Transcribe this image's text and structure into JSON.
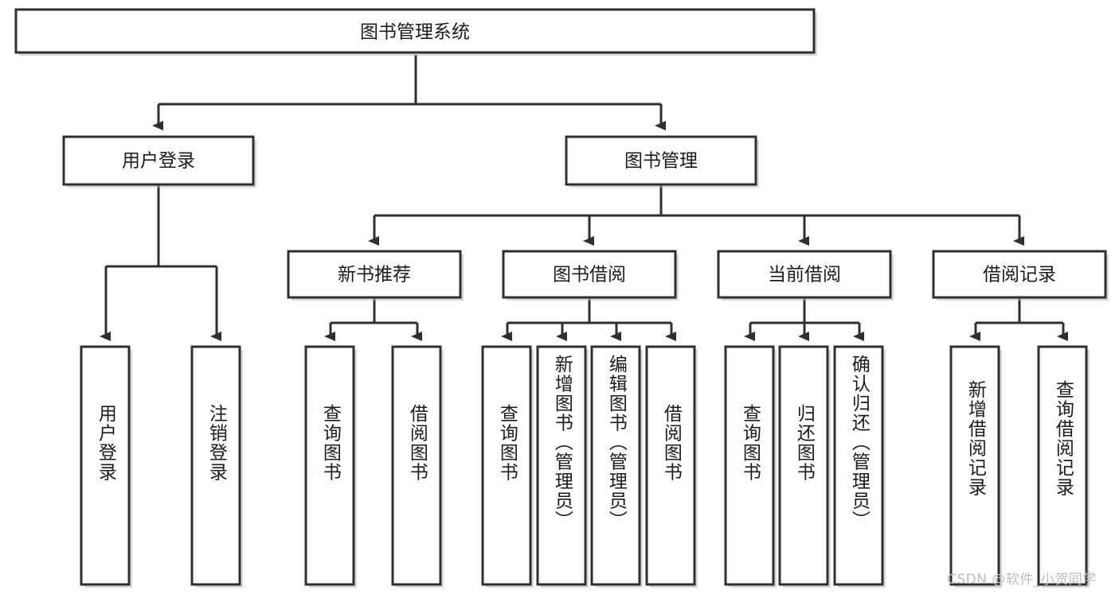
{
  "diagram": {
    "type": "tree-hierarchy",
    "title": "图书管理系统",
    "watermark": "CSDN @软件_小贺同学",
    "colors": {
      "stroke": "#2f2f2f",
      "fill": "#ffffff",
      "text": "#1b1b1b",
      "shadow": "#b9b9b9",
      "watermark": "#bdbdbd"
    },
    "levels": {
      "root": {
        "label": "图书管理系统"
      },
      "level2": [
        {
          "label": "用户登录"
        },
        {
          "label": "图书管理"
        }
      ],
      "level3": [
        {
          "label": "新书推荐"
        },
        {
          "label": "图书借阅"
        },
        {
          "label": "当前借阅"
        },
        {
          "label": "借阅记录"
        }
      ],
      "leaves": {
        "user_login": [
          {
            "label": "用户登录"
          },
          {
            "label": "注销登录"
          }
        ],
        "new_book_recommend": [
          {
            "label": "查询图书"
          },
          {
            "label": "借阅图书"
          }
        ],
        "book_borrow": [
          {
            "label": "查询图书"
          },
          {
            "label": "新增图书（管理员）"
          },
          {
            "label": "编辑图书（管理员）"
          },
          {
            "label": "借阅图书"
          }
        ],
        "current_borrow": [
          {
            "label": "查询图书"
          },
          {
            "label": "归还图书"
          },
          {
            "label": "确认归还（管理员）"
          }
        ],
        "borrow_record": [
          {
            "label": "新增借阅记录"
          },
          {
            "label": "查询借阅记录"
          }
        ]
      }
    }
  }
}
